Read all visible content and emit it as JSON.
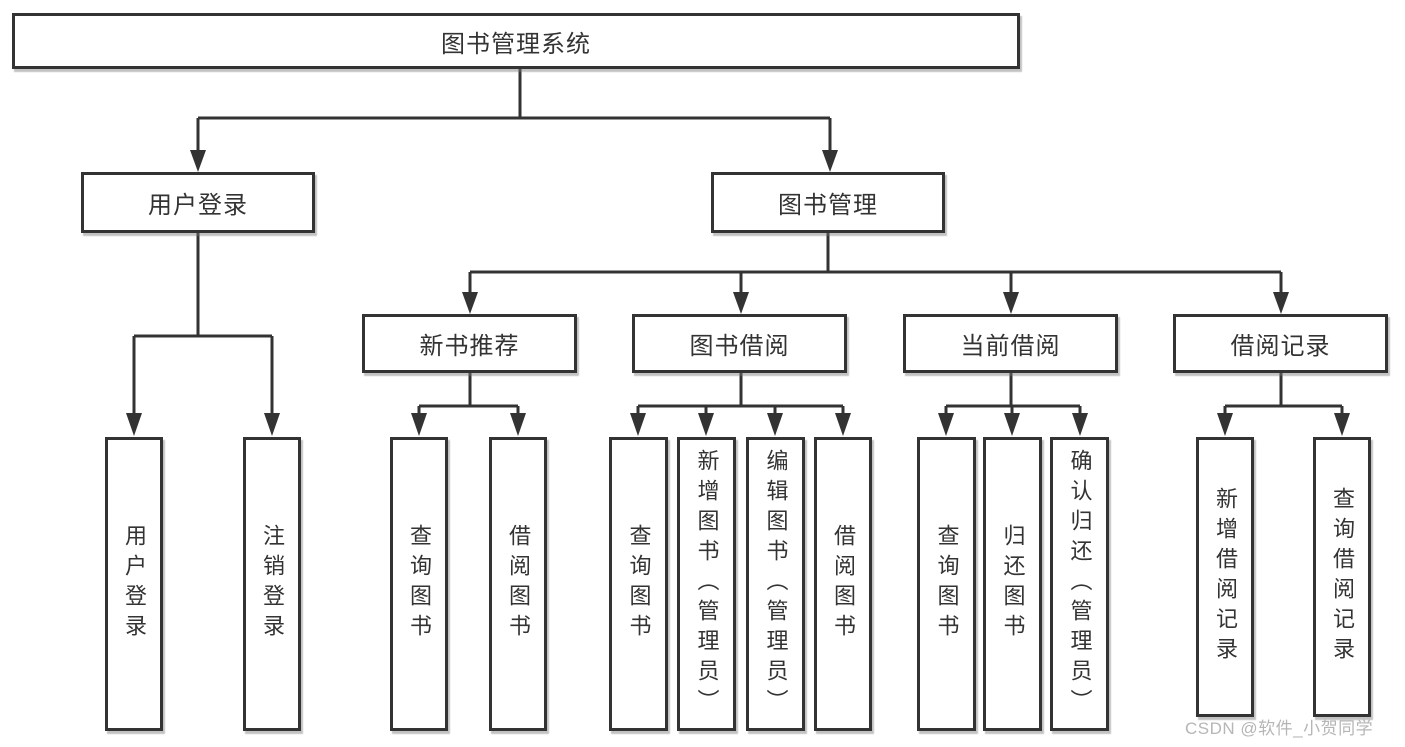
{
  "diagram_type": "hierarchy-tree",
  "colors": {
    "background": "#ffffff",
    "line": "#333333",
    "box_border": "#333333",
    "text": "#333333",
    "watermark": "#b2b2b2"
  },
  "tree": {
    "label": "图书管理系统",
    "children": [
      {
        "label": "用户登录",
        "children": [
          {
            "label": "用户登录"
          },
          {
            "label": "注销登录"
          }
        ]
      },
      {
        "label": "图书管理",
        "children": [
          {
            "label": "新书推荐",
            "children": [
              {
                "label": "查询图书"
              },
              {
                "label": "借阅图书"
              }
            ]
          },
          {
            "label": "图书借阅",
            "children": [
              {
                "label": "查询图书"
              },
              {
                "label": "新增图书（管理员）"
              },
              {
                "label": "编辑图书（管理员）"
              },
              {
                "label": "借阅图书"
              }
            ]
          },
          {
            "label": "当前借阅",
            "children": [
              {
                "label": "查询图书"
              },
              {
                "label": "归还图书"
              },
              {
                "label": "确认归还（管理员）"
              }
            ]
          },
          {
            "label": "借阅记录",
            "children": [
              {
                "label": "新增借阅记录"
              },
              {
                "label": "查询借阅记录"
              }
            ]
          }
        ]
      }
    ]
  },
  "watermark": {
    "text": "CSDN @软件_小贺同学"
  }
}
